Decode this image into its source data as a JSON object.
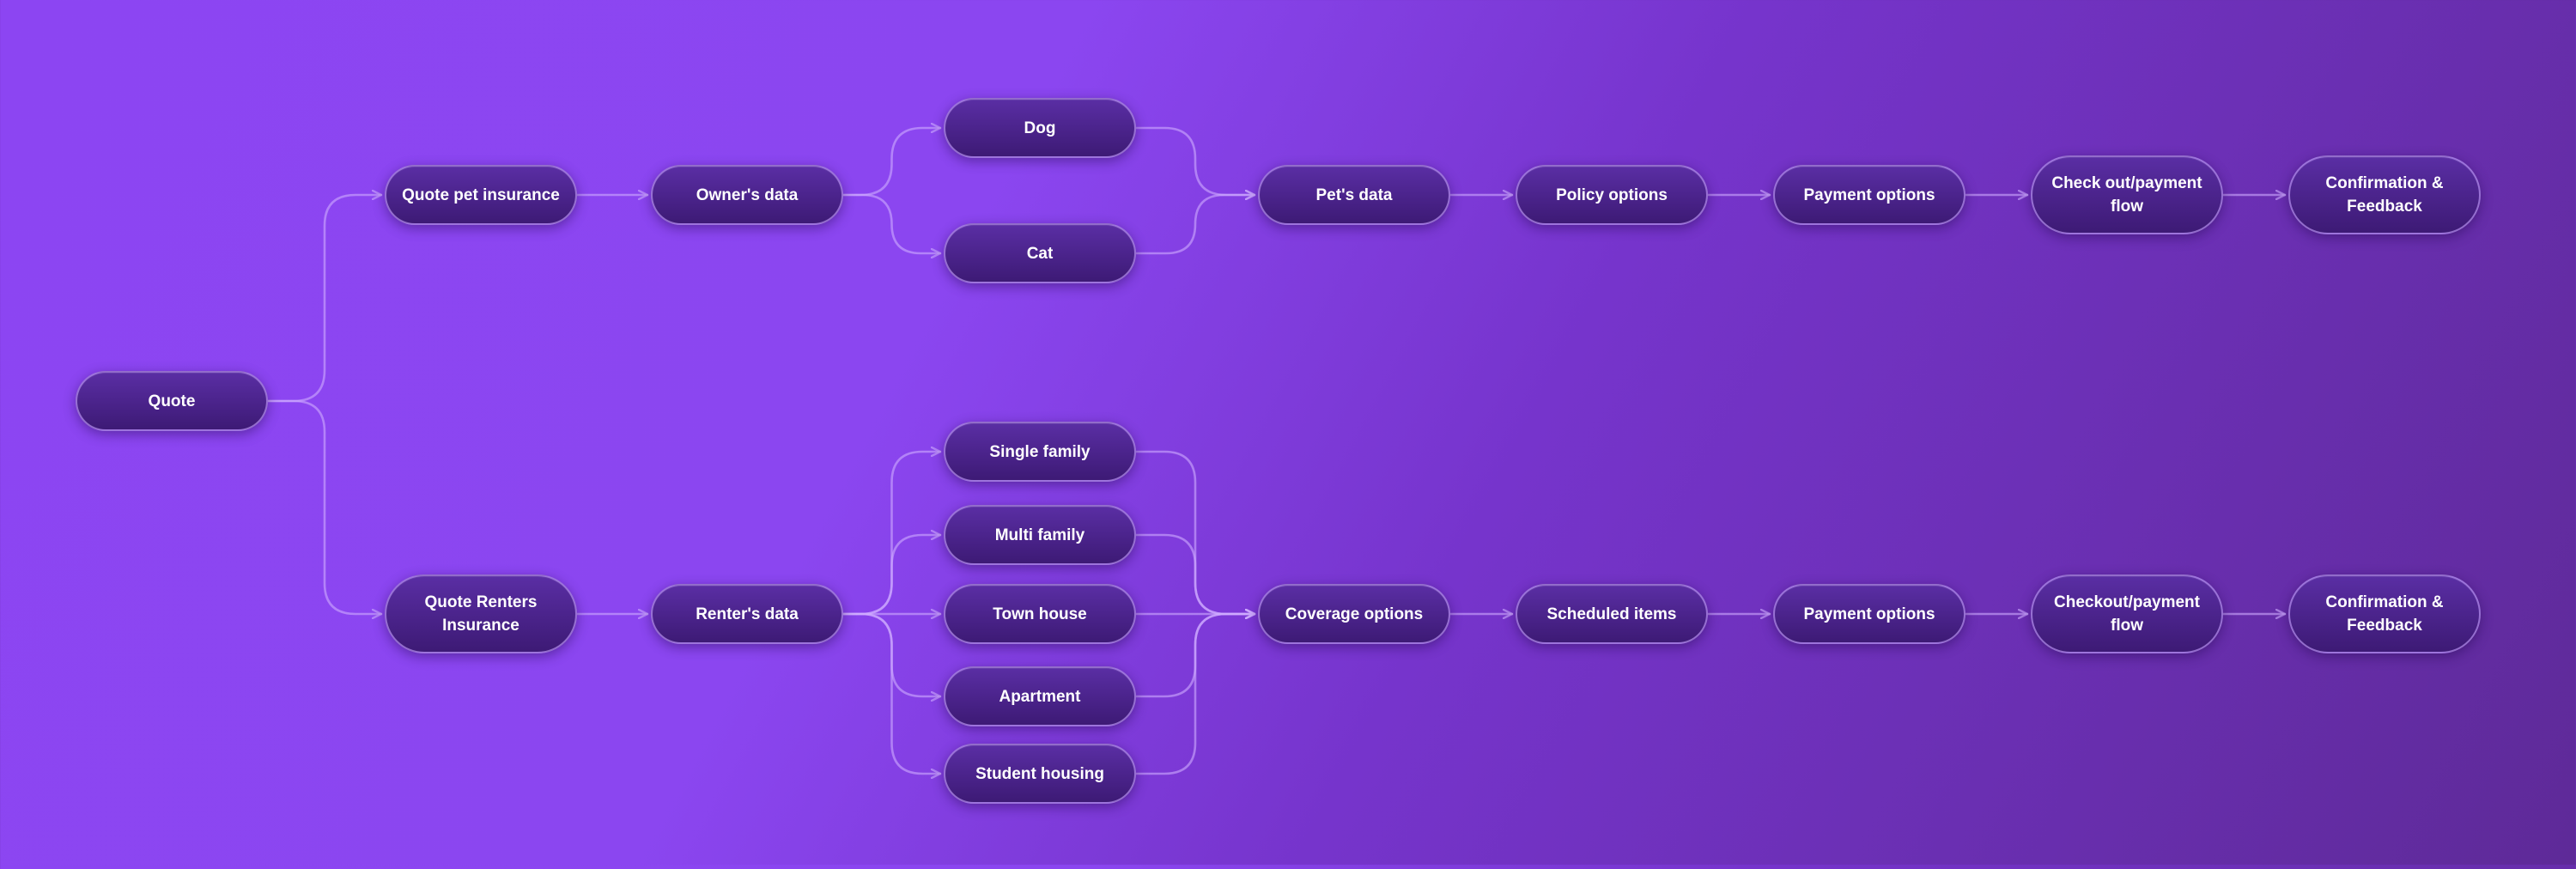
{
  "nodes": {
    "quote": "Quote",
    "quote_pet": "Quote pet insurance",
    "owners_data": "Owner's data",
    "dog": "Dog",
    "cat": "Cat",
    "pets_data": "Pet's data",
    "policy_options": "Policy options",
    "pet_payment_options": "Payment options",
    "pet_checkout": "Check out/payment flow",
    "pet_confirmation": "Confirmation & Feedback",
    "quote_renters": "Quote Renters Insurance",
    "renters_data": "Renter's data",
    "single_family": "Single family",
    "multi_family": "Multi family",
    "town_house": "Town house",
    "apartment": "Apartment",
    "student_housing": "Student housing",
    "coverage_options": "Coverage options",
    "scheduled_items": "Scheduled items",
    "renters_payment_options": "Payment options",
    "renters_checkout": "Checkout/payment flow",
    "renters_confirmation": "Confirmation & Feedback"
  },
  "edges": [
    [
      "quote",
      "quote_pet"
    ],
    [
      "quote",
      "quote_renters"
    ],
    [
      "quote_pet",
      "owners_data"
    ],
    [
      "owners_data",
      "dog"
    ],
    [
      "owners_data",
      "cat"
    ],
    [
      "dog",
      "pets_data"
    ],
    [
      "cat",
      "pets_data"
    ],
    [
      "pets_data",
      "policy_options"
    ],
    [
      "policy_options",
      "pet_payment_options"
    ],
    [
      "pet_payment_options",
      "pet_checkout"
    ],
    [
      "pet_checkout",
      "pet_confirmation"
    ],
    [
      "quote_renters",
      "renters_data"
    ],
    [
      "renters_data",
      "single_family"
    ],
    [
      "renters_data",
      "multi_family"
    ],
    [
      "renters_data",
      "town_house"
    ],
    [
      "renters_data",
      "apartment"
    ],
    [
      "renters_data",
      "student_housing"
    ],
    [
      "single_family",
      "coverage_options"
    ],
    [
      "multi_family",
      "coverage_options"
    ],
    [
      "town_house",
      "coverage_options"
    ],
    [
      "apartment",
      "coverage_options"
    ],
    [
      "student_housing",
      "coverage_options"
    ],
    [
      "coverage_options",
      "scheduled_items"
    ],
    [
      "scheduled_items",
      "renters_payment_options"
    ],
    [
      "renters_payment_options",
      "renters_checkout"
    ],
    [
      "renters_checkout",
      "renters_confirmation"
    ]
  ],
  "colors": {
    "background_start": "#8c45f2",
    "background_end": "#5e2a98",
    "node_fill_top": "#5a2ea4",
    "node_fill_bottom": "#3d1a75",
    "node_border": "#c6a0ff",
    "connector": "#ceacff",
    "text": "#ffffff"
  }
}
